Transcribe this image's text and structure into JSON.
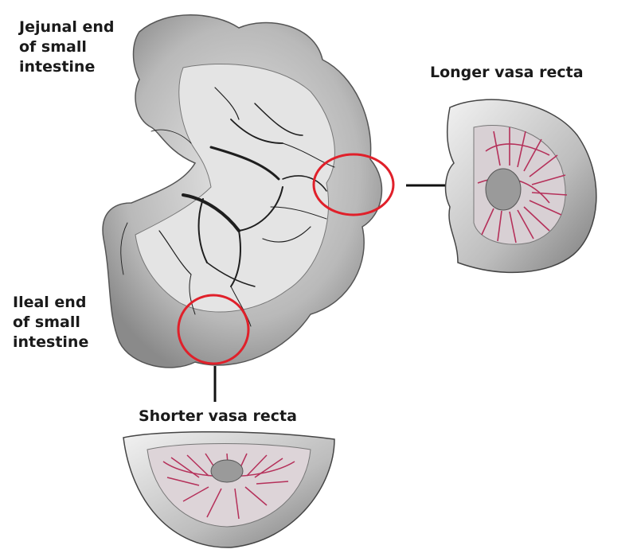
{
  "labels": {
    "jejunal": [
      "Jejunal end",
      "of small",
      "intestine"
    ],
    "ileal": [
      "Ileal end",
      "of small",
      "intestine"
    ],
    "longer": "Longer vasa recta",
    "shorter": "Shorter vasa recta"
  },
  "colors": {
    "highlight": "#e0202a",
    "vessel": "#b5305a",
    "vessel_dark": "#1e1e1e",
    "tissue": "#c9c9c9",
    "mesentery": "#e4e4e4",
    "connector": "#111111"
  },
  "icons": [
    "intestine-illustration",
    "jejunum-cross-section",
    "ileum-cross-section"
  ]
}
